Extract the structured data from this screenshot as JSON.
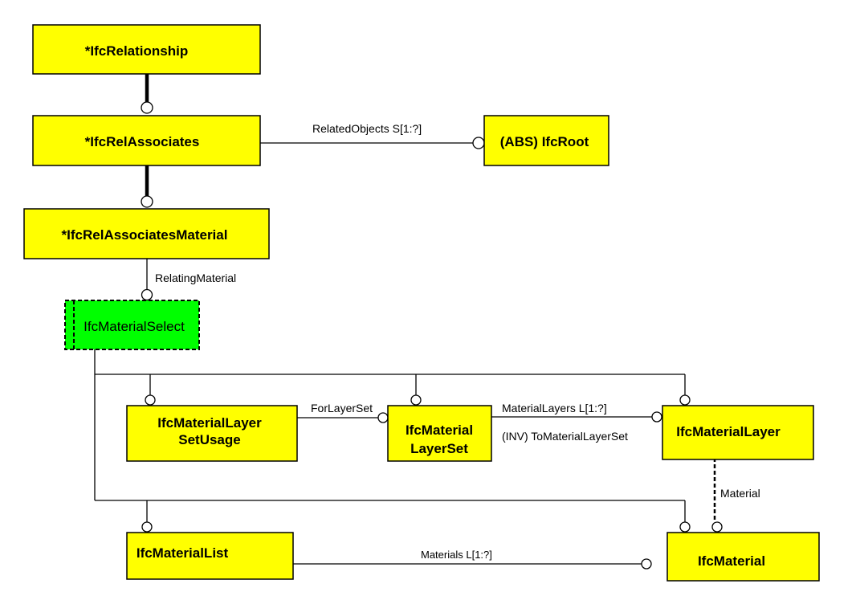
{
  "nodes": {
    "ifc_relationship": "*IfcRelationship",
    "ifc_rel_associates": "*IfcRelAssociates",
    "ifc_root": "(ABS) IfcRoot",
    "ifc_rel_associates_material": "*IfcRelAssociatesMaterial",
    "ifc_material_select": "IfcMaterialSelect",
    "ifc_material_layer_set_usage": [
      "IfcMaterialLayer",
      "SetUsage"
    ],
    "ifc_material_layer_set": [
      "IfcMaterial",
      "LayerSet"
    ],
    "ifc_material_layer": "IfcMaterialLayer",
    "ifc_material_list": "IfcMaterialList",
    "ifc_material": "IfcMaterial"
  },
  "labels": {
    "related_objects": "RelatedObjects  S[1:?]",
    "relating_material": "RelatingMaterial",
    "for_layer_set": "ForLayerSet",
    "material_layers": "MaterialLayers  L[1:?]",
    "to_material_layer_set": "(INV) ToMaterialLayerSet",
    "material": "Material",
    "materials": "Materials  L[1:?]"
  },
  "colors": {
    "entity_fill": "#ffff00",
    "select_fill": "#00ff00",
    "stroke": "#000000"
  }
}
